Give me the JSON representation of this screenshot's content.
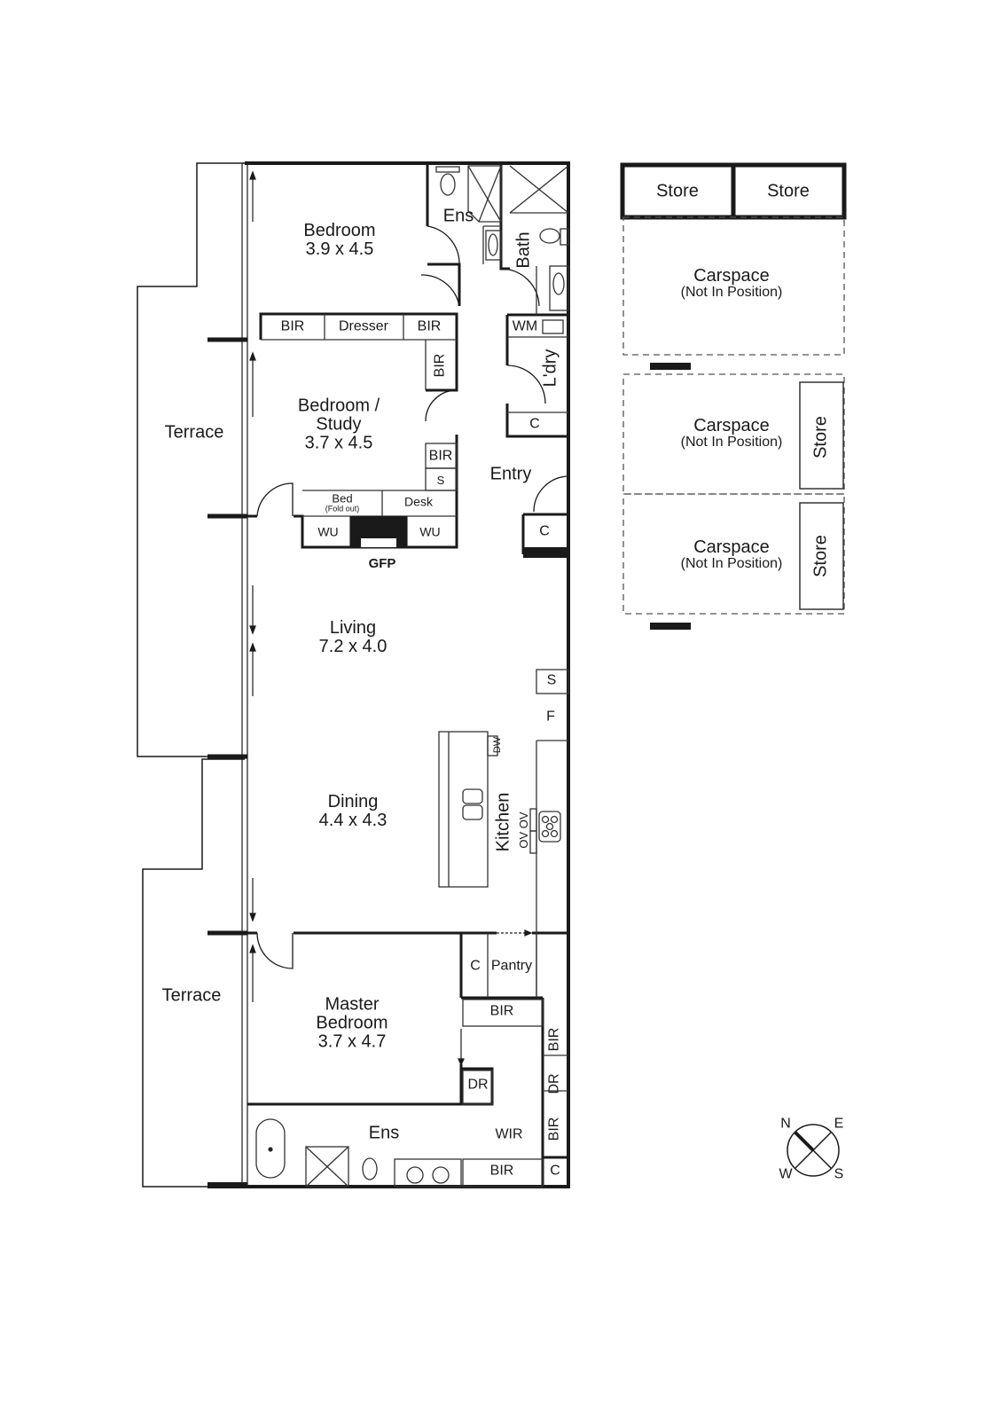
{
  "plan": {
    "rooms": [
      {
        "id": "bedroom-1",
        "name": "Bedroom",
        "dims": "3.9 x 4.5"
      },
      {
        "id": "bedroom-study",
        "name": "Bedroom /",
        "name2": "Study",
        "dims": "3.7 x 4.5"
      },
      {
        "id": "living",
        "name": "Living",
        "dims": "7.2 x 4.0"
      },
      {
        "id": "dining",
        "name": "Dining",
        "dims": "4.4 x 4.3"
      },
      {
        "id": "master-bedroom",
        "name": "Master",
        "name2": "Bedroom",
        "dims": "3.7 x 4.7"
      }
    ],
    "labels": {
      "ens_top": "Ens",
      "bath": "Bath",
      "laundry": "L'dry",
      "wm": "WM",
      "c_laundry": "C",
      "entry": "Entry",
      "c_entry": "C",
      "terrace_top": "Terrace",
      "terrace_bottom": "Terrace",
      "bir_1": "BIR",
      "dresser": "Dresser",
      "bir_2": "BIR",
      "bir_3": "BIR",
      "bir_4": "BIR",
      "s_study": "S",
      "bed": "Bed",
      "bed_sub": "(Fold out)",
      "desk": "Desk",
      "wu_1": "WU",
      "wu_2": "WU",
      "gfp": "GFP",
      "s_living": "S",
      "f": "F",
      "dw": "DW",
      "kitchen": "Kitchen",
      "ov": "OV OV",
      "c_pantry": "C",
      "pantry": "Pantry",
      "bir_m1": "BIR",
      "bir_m2": "BIR",
      "dr_m1": "DR",
      "dr_m2": "DR",
      "bir_m3": "BIR",
      "wir": "WIR",
      "ens_master": "Ens",
      "bir_m4": "BIR",
      "c_wir": "C"
    },
    "external": {
      "store_1": "Store",
      "store_2": "Store",
      "carspaces": [
        {
          "name": "Carspace",
          "note": "(Not In Position)"
        },
        {
          "name": "Carspace",
          "note": "(Not In Position)",
          "store": "Store"
        },
        {
          "name": "Carspace",
          "note": "(Not In Position)",
          "store": "Store"
        }
      ]
    },
    "compass": {
      "n": "N",
      "e": "E",
      "s": "S",
      "w": "W"
    },
    "colors": {
      "wall": "#1a1a1a",
      "line": "#333333",
      "dash": "#555555",
      "background": "#ffffff"
    }
  }
}
